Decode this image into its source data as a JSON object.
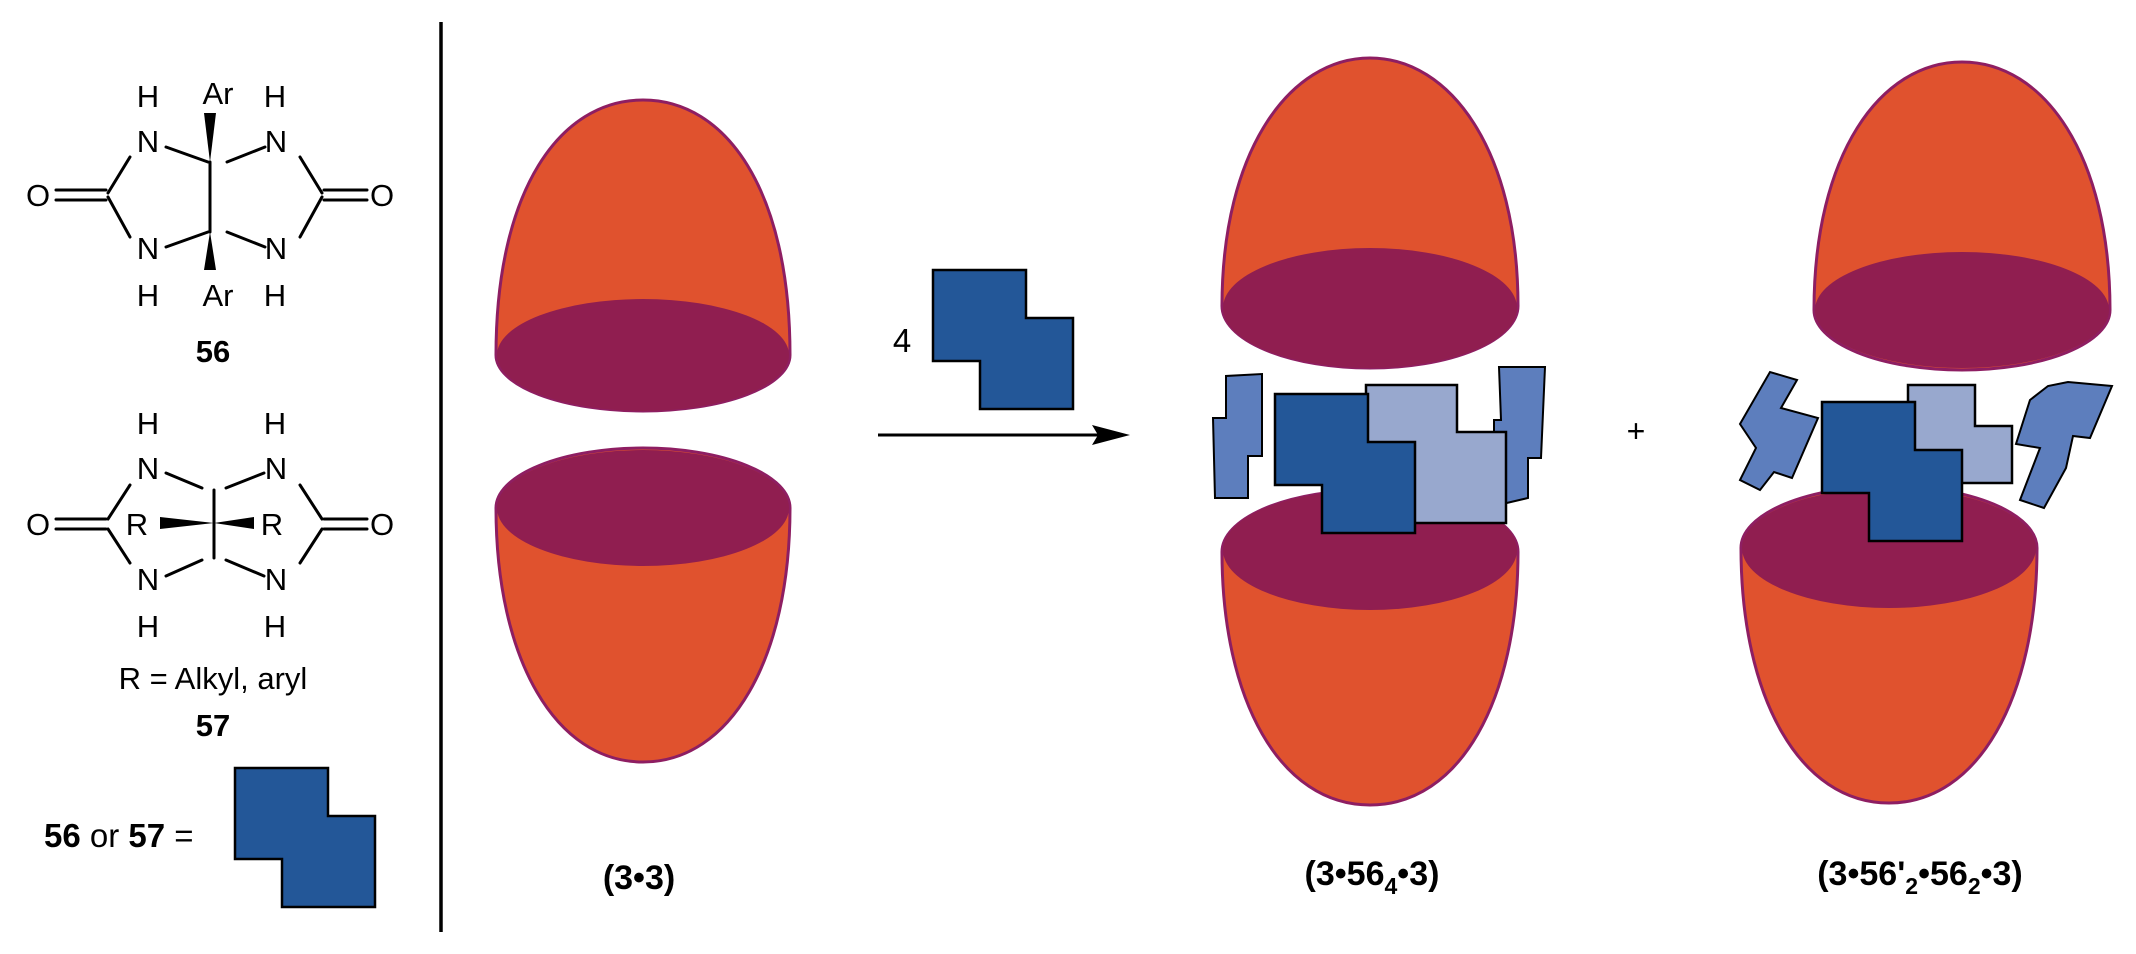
{
  "structures": {
    "s56": {
      "label": "56",
      "ar_top": "Ar",
      "ar_bottom": "Ar",
      "h1": "H",
      "h2": "H",
      "h3": "H",
      "h4": "H",
      "n1": "N",
      "n2": "N",
      "n3": "N",
      "n4": "N",
      "o_left": "O",
      "o_right": "O"
    },
    "s57": {
      "label": "57",
      "r_left": "R",
      "r_right": "R",
      "h1": "H",
      "h2": "H",
      "h3": "H",
      "h4": "H",
      "n1": "N",
      "n2": "N",
      "n3": "N",
      "n4": "N",
      "o_left": "O",
      "o_right": "O",
      "r_def": "R = Alkyl, aryl"
    },
    "legend": {
      "a": "56",
      "or": " or ",
      "b": "57",
      "eq": " ="
    }
  },
  "reaction": {
    "equivalents": "4"
  },
  "plus_sign": "+",
  "captions": {
    "c1": "(3•3)",
    "c2": {
      "pre": "(3•56",
      "sub": "4",
      "post": "•3)"
    },
    "c3": {
      "pre": "(3•56'",
      "sub1": "2",
      "mid": "•56",
      "sub2": "2",
      "post": "•3)"
    }
  },
  "colors": {
    "capsule_shell": "#E0522E",
    "capsule_rim": "#901E50",
    "guest_dark": "#235798",
    "guest_light": "#98A8CE",
    "guest_slab": "#5D7EBD"
  }
}
